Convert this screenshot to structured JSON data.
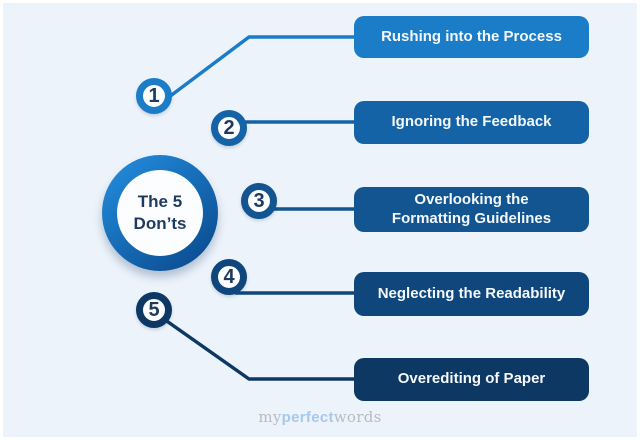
{
  "title": "The 5 Don'ts infographic",
  "colors": {
    "background": "#edf3fa",
    "navy": "#1e3a5f",
    "center_ring_light": "#2187d6",
    "center_ring_dark": "#0c4f94",
    "logo_gray": "#b6bcc4",
    "logo_blue": "#a6c8ee"
  },
  "center": {
    "label": "The 5\nDon’ts"
  },
  "items": [
    {
      "number": "1",
      "label": "Rushing into the Process",
      "color": "#1b7cc8"
    },
    {
      "number": "2",
      "label": "Ignoring the Feedback",
      "color": "#1563a7"
    },
    {
      "number": "3",
      "label": "Overlooking the\nFormatting Guidelines",
      "color": "#125590"
    },
    {
      "number": "4",
      "label": "Neglecting the Readability",
      "color": "#0f477c"
    },
    {
      "number": "5",
      "label": "Overediting of Paper",
      "color": "#0d3864"
    }
  ],
  "logo": {
    "part1": "my",
    "part2": "perfect",
    "part3": "words"
  }
}
